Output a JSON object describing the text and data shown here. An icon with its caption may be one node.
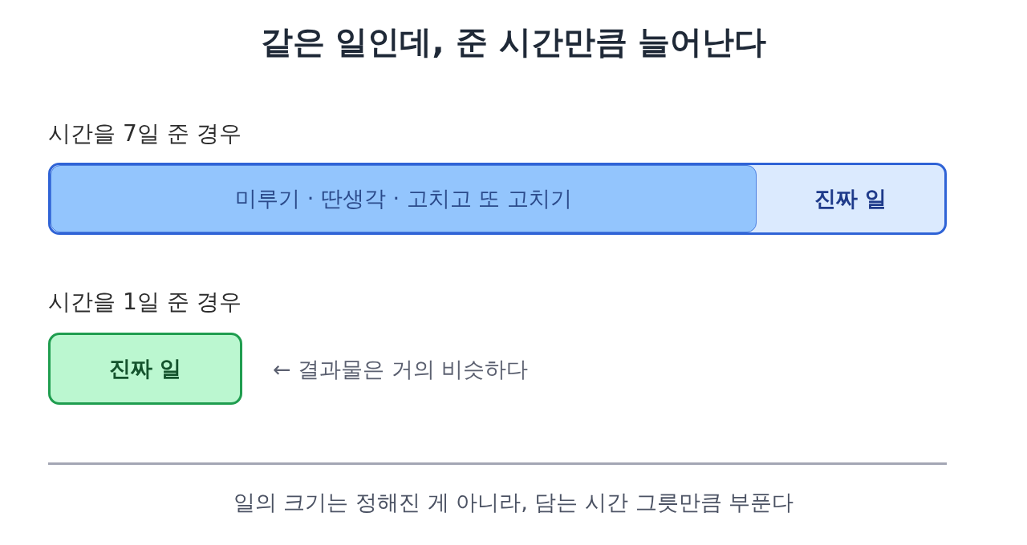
{
  "diagram": {
    "title": "같은 일인데, 준 시간만큼 늘어난다",
    "nodes": [
      {
        "text": [
          "진짜 일"
        ]
      },
      {
        "text": [
          "미루기 · 딴생각 · 고치고 또 고치기"
        ],
        "in": 0
      },
      {
        "text": [
          "진짜 일"
        ]
      }
    ],
    "labels": [
      "시간을 7일 준 경우",
      "시간을 1일 준 경우",
      "← 결과물은 거의 비슷하다"
    ],
    "caption": "일의 크기는 정해진 게 아니라, 담는 시간 그릇만큼 부푼다"
  }
}
